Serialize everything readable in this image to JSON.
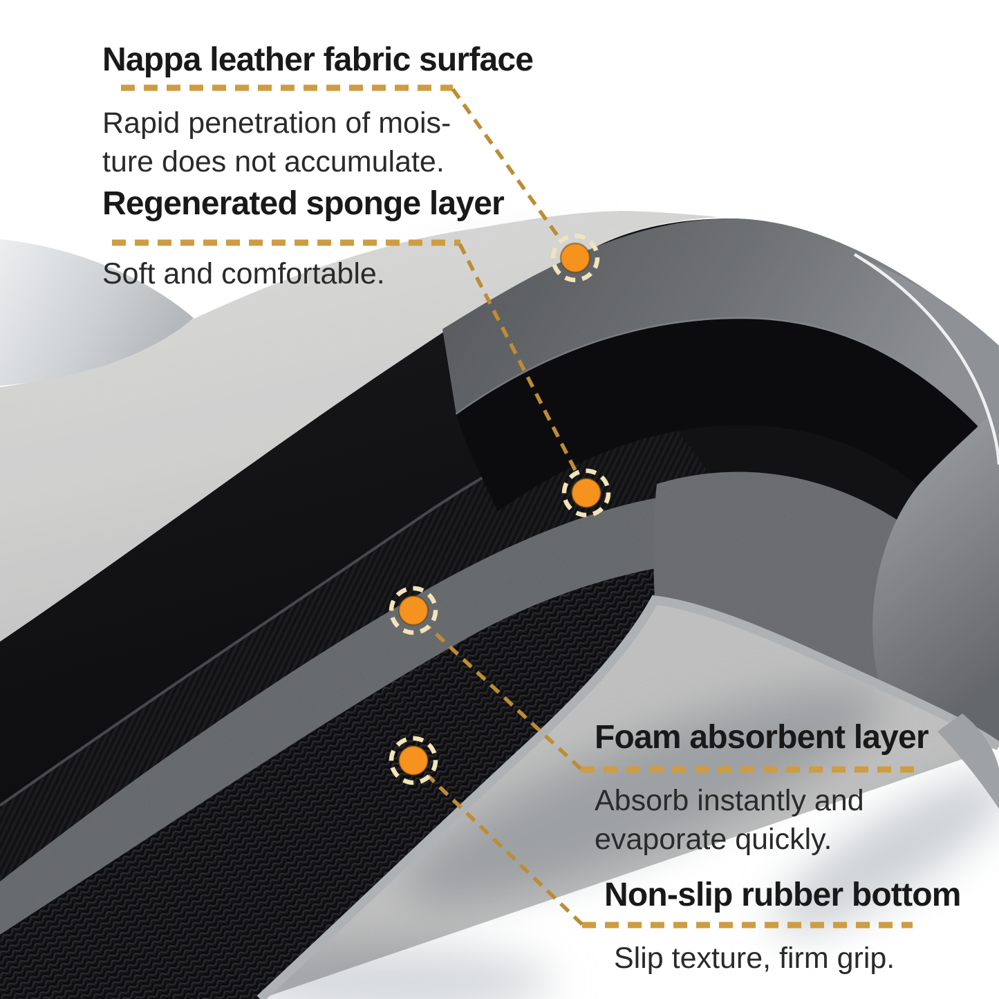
{
  "callouts": {
    "nappa": {
      "title": "Nappa leather fabric surface",
      "line1": "Rapid penetration of mois-",
      "line2": "ture does not accumulate."
    },
    "sponge": {
      "title": "Regenerated sponge layer",
      "line1": "Soft and comfortable."
    },
    "foam": {
      "title": "Foam absorbent layer",
      "line1": "Absorb instantly and",
      "line2": "evaporate quickly."
    },
    "rubber": {
      "title": "Non-slip rubber bottom",
      "line1": "Slip texture, firm grip."
    }
  },
  "colors": {
    "background": "#FFFFFF",
    "marker_orange": "#F6921E",
    "marker_ring_cream": "#F2E3BA",
    "dash_underline_tan": "#CE9C42",
    "dash_connector_brown": "#BE8C34",
    "heading_text": "#191919",
    "body_text": "#2A2A2A"
  }
}
